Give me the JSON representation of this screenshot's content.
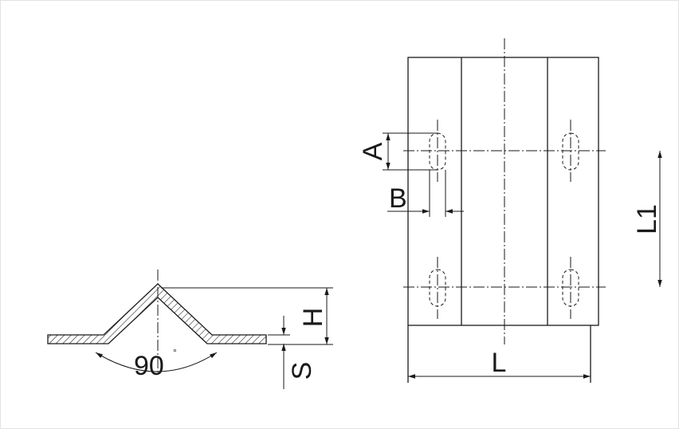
{
  "labels": {
    "angle": "90",
    "degree": "°",
    "height": "H",
    "thickness": "S",
    "length": "L",
    "hole_spacing": "L1",
    "slot_length": "A",
    "slot_width": "B"
  }
}
